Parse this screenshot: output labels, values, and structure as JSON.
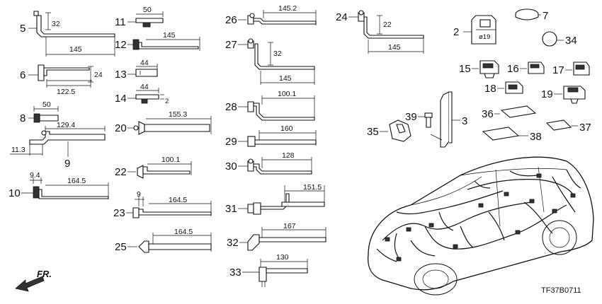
{
  "diagram": {
    "catalog_code": "TF37B0711",
    "direction_label": "FR.",
    "callouts": [
      {
        "id": "p5",
        "label": "5",
        "dims": [
          "32",
          "145"
        ]
      },
      {
        "id": "p6",
        "label": "6",
        "dims": [
          "24",
          "122.5"
        ]
      },
      {
        "id": "p8",
        "label": "8",
        "dims": [
          "50"
        ]
      },
      {
        "id": "p9",
        "label": "9",
        "dims": [
          "129.4",
          "11.3"
        ]
      },
      {
        "id": "p10",
        "label": "10",
        "dims": [
          "9.4",
          "164.5"
        ]
      },
      {
        "id": "p11",
        "label": "11",
        "dims": [
          "50"
        ]
      },
      {
        "id": "p12",
        "label": "12",
        "dims": [
          "145"
        ]
      },
      {
        "id": "p13",
        "label": "13",
        "dims": [
          "44"
        ]
      },
      {
        "id": "p14",
        "label": "14",
        "dims": [
          "44",
          "2"
        ]
      },
      {
        "id": "p20",
        "label": "20",
        "dims": [
          "155.3"
        ]
      },
      {
        "id": "p22",
        "label": "22",
        "dims": [
          "100.1"
        ]
      },
      {
        "id": "p23",
        "label": "23",
        "dims": [
          "9",
          "164.5"
        ]
      },
      {
        "id": "p25",
        "label": "25",
        "dims": [
          "164.5"
        ]
      },
      {
        "id": "p26",
        "label": "26",
        "dims": [
          "145.2"
        ]
      },
      {
        "id": "p27",
        "label": "27",
        "dims": [
          "32",
          "145"
        ]
      },
      {
        "id": "p28",
        "label": "28",
        "dims": [
          "100.1"
        ]
      },
      {
        "id": "p29",
        "label": "29",
        "dims": [
          "160"
        ]
      },
      {
        "id": "p30",
        "label": "30",
        "dims": [
          "128"
        ]
      },
      {
        "id": "p31",
        "label": "31",
        "dims": [
          "151.5"
        ]
      },
      {
        "id": "p32",
        "label": "32",
        "dims": [
          "167"
        ]
      },
      {
        "id": "p33",
        "label": "33",
        "dims": [
          "130"
        ]
      },
      {
        "id": "p24",
        "label": "24",
        "dims": [
          "22",
          "145"
        ]
      },
      {
        "id": "p2",
        "label": "2",
        "dims": [
          "ø19"
        ]
      },
      {
        "id": "p7",
        "label": "7",
        "dims": []
      },
      {
        "id": "p34",
        "label": "34",
        "dims": []
      },
      {
        "id": "p15",
        "label": "15",
        "dims": []
      },
      {
        "id": "p16",
        "label": "16",
        "dims": []
      },
      {
        "id": "p17",
        "label": "17",
        "dims": []
      },
      {
        "id": "p18",
        "label": "18",
        "dims": []
      },
      {
        "id": "p19",
        "label": "19",
        "dims": []
      },
      {
        "id": "p3",
        "label": "3",
        "dims": []
      },
      {
        "id": "p35",
        "label": "35",
        "dims": []
      },
      {
        "id": "p36",
        "label": "36",
        "dims": []
      },
      {
        "id": "p37",
        "label": "37",
        "dims": []
      },
      {
        "id": "p38",
        "label": "38",
        "dims": []
      },
      {
        "id": "p39",
        "label": "39",
        "dims": []
      }
    ]
  }
}
